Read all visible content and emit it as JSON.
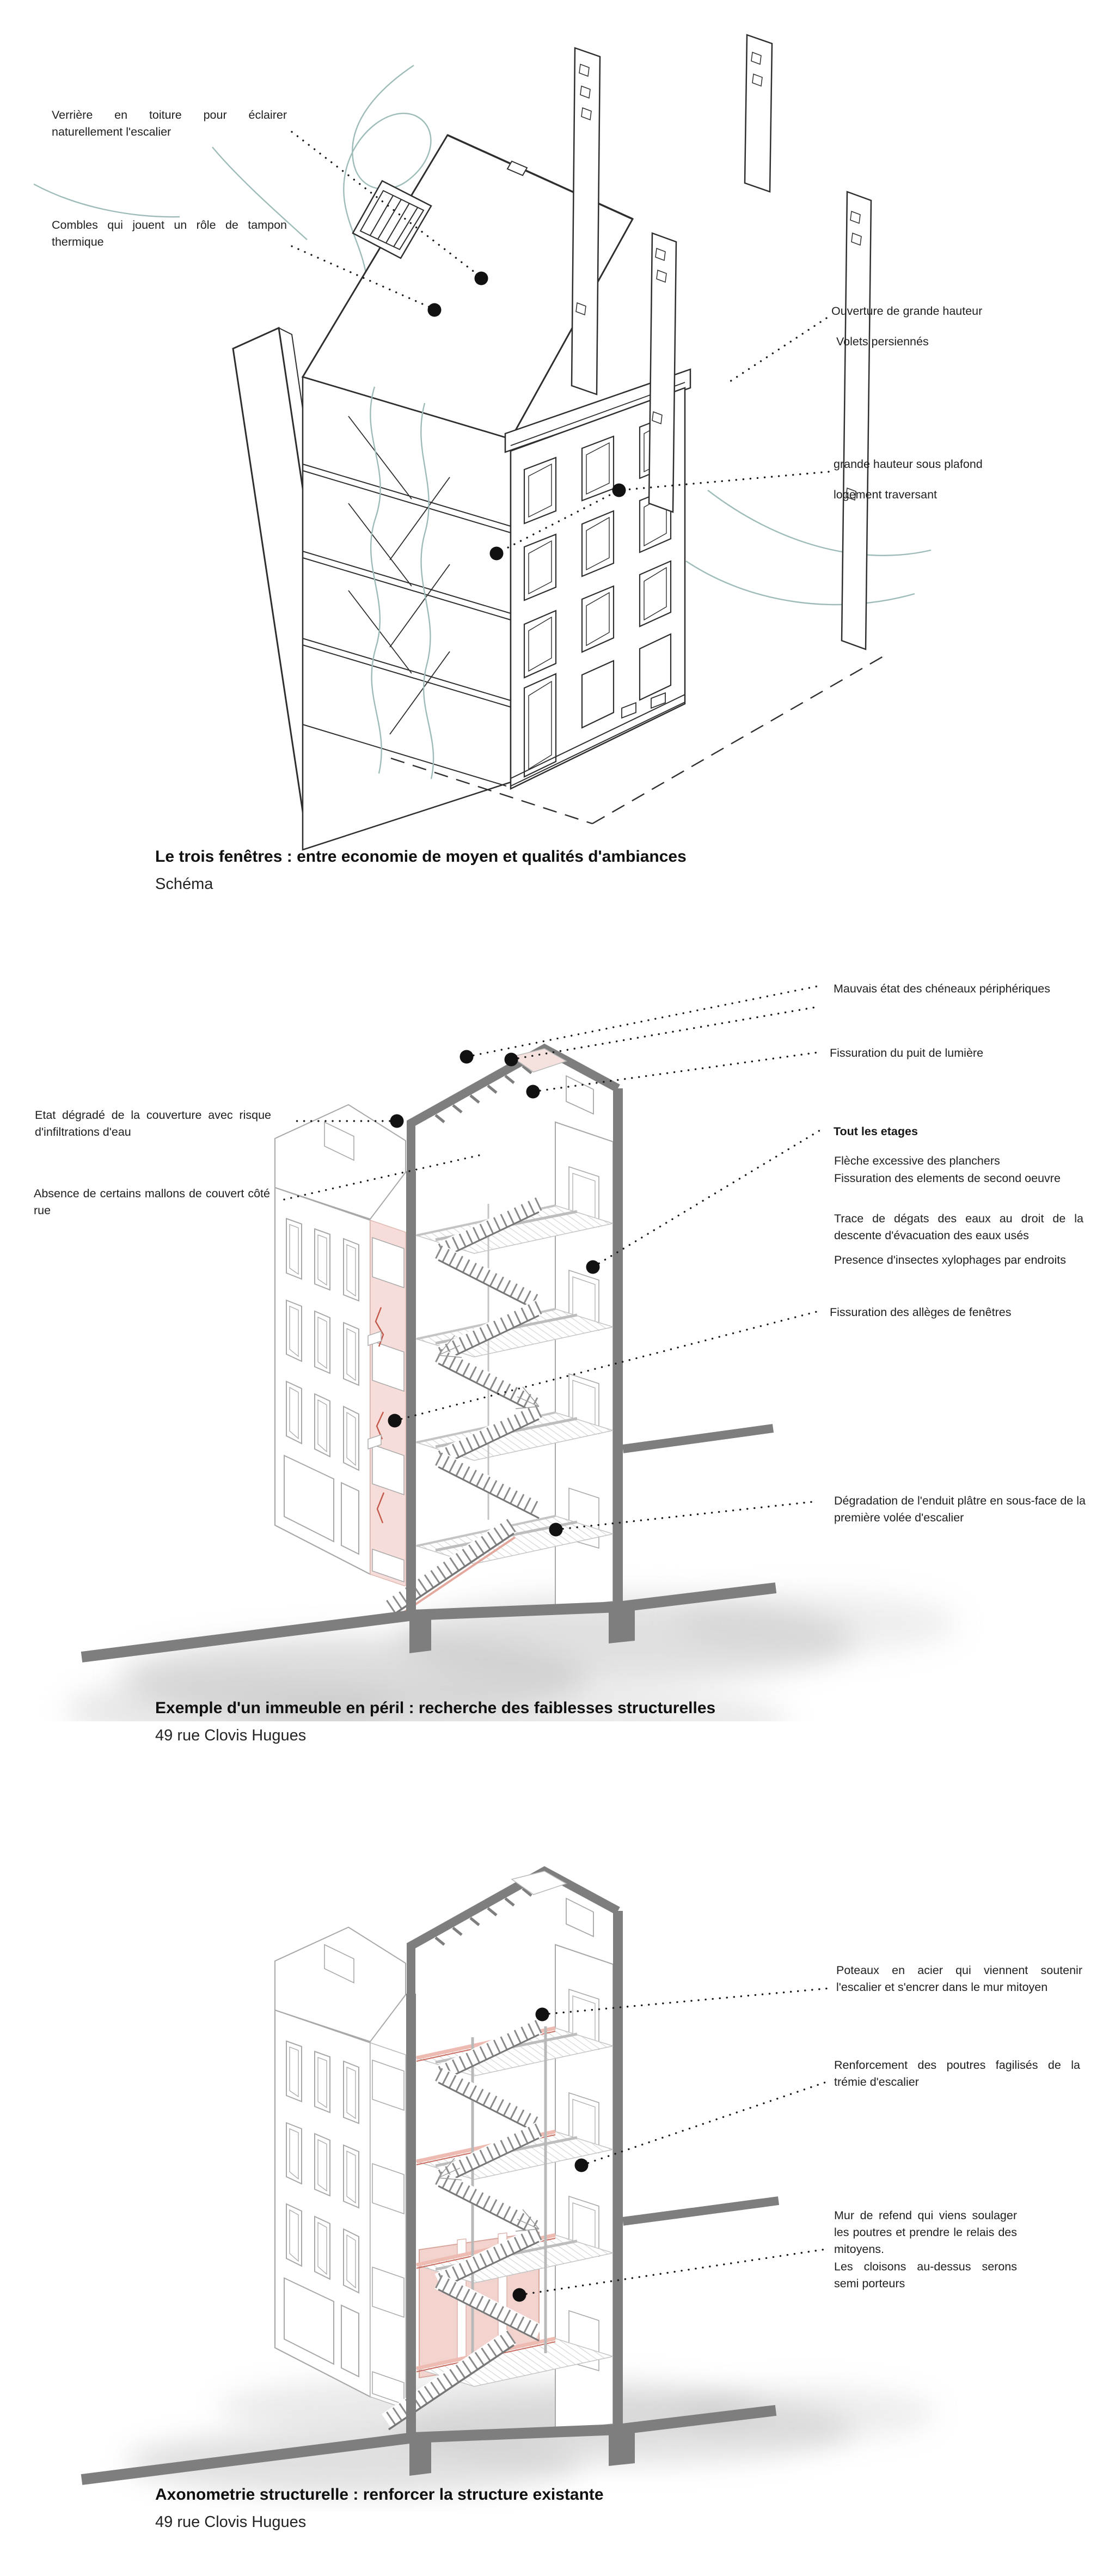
{
  "document": {
    "kind": "architecture-presentation-sheet",
    "language": "fr"
  },
  "colors": {
    "background": "#ffffff",
    "ink": "#2e2e2e",
    "light_line": "#a8a8a8",
    "section_gray": "#7e7e7e",
    "highlight_pink": "#f7ddd9",
    "crack_red": "#c2574a",
    "airflow_teal": "#9dbcb9",
    "marker_black": "#111111"
  },
  "sections": [
    {
      "caption": {
        "title": "Le trois fenêtres : entre economie de moyen et qualités d'ambiances",
        "subtitle": "Schéma"
      },
      "annotations": {
        "verriere": "Verrière en toiture pour éclairer naturellement l'escalier",
        "combles": "Combles qui jouent un rôle de tampon thermique",
        "ouverture": "Ouverture de grande hauteur",
        "volets": "Volets persiennés",
        "hauteur": "grande hauteur sous plafond",
        "logement": "logement traversant"
      }
    },
    {
      "caption": {
        "title": "Exemple d'un immeuble en péril : recherche des faiblesses structurelles",
        "subtitle": "49 rue Clovis Hugues"
      },
      "annotations": {
        "cheneaux": "Mauvais état des chéneaux périphériques",
        "puit": "Fissuration du puit de lumière",
        "couverture": "Etat dégradé de la couverture avec risque d'infiltrations d'eau",
        "mallons": "Absence de certains mallons de couvert côté rue",
        "etages_title": "Tout les etages",
        "fleche": "Flèche excessive des planchers",
        "second_oeuvre": "Fissuration des elements de second oeuvre",
        "degats_eaux": "Trace de dégats des eaux au droit de la descente d'évacuation des eaux usés",
        "xylophages": "Presence d'insectes xylophages par endroits",
        "alleges": "Fissuration des allèges de fenêtres",
        "enduit": "Dégradation de l'enduit plâtre en sous-face de la première volée d'escalier"
      }
    },
    {
      "caption": {
        "title": "Axonometrie structurelle : renforcer la structure existante",
        "subtitle": "49 rue Clovis Hugues"
      },
      "annotations": {
        "poteaux": "Poteaux en acier qui viennent soutenir l'escalier et s'encrer dans le mur mitoyen",
        "renforcement": "Renforcement des poutres fagilisés de la trémie d'escalier",
        "refend": "Mur de refend qui viens soulager les poutres et prendre le relais des mitoyens.",
        "cloisons": "Les cloisons au-dessus serons semi porteurs"
      }
    }
  ]
}
